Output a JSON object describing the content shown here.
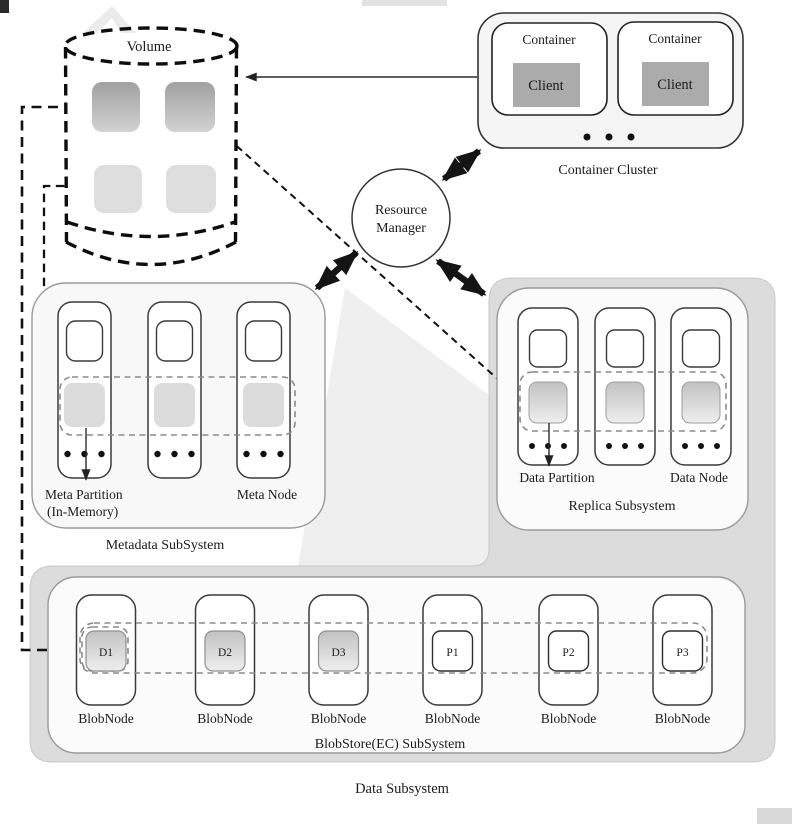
{
  "volume": {
    "label": "Volume"
  },
  "container_cluster": {
    "label": "Container Cluster",
    "containers": [
      {
        "label": "Container",
        "client_label": "Client"
      },
      {
        "label": "Container",
        "client_label": "Client"
      }
    ]
  },
  "resource_manager": {
    "label_line1": "Resource",
    "label_line2": "Manager"
  },
  "metadata_subsystem": {
    "label": "Metadata SubSystem",
    "meta_partition_line1": "Meta Partition",
    "meta_partition_line2": "(In-Memory)",
    "meta_node_label": "Meta Node"
  },
  "replica_subsystem": {
    "label": "Replica Subsystem",
    "data_partition_label": "Data Partition",
    "data_node_label": "Data Node"
  },
  "data_subsystem": {
    "label": "Data Subsystem",
    "blobstore": {
      "label": "BlobStore(EC) SubSystem",
      "blob_node_label": "BlobNode",
      "chunks": [
        "D1",
        "D2",
        "D3",
        "P1",
        "P2",
        "P3"
      ]
    }
  },
  "colors": {
    "canvas": "#ffffff",
    "subsystem_fill": "#f8f8f8",
    "gray_region": "#dcdcdc",
    "client_fill": "#ababab",
    "line": "#141414",
    "watermark": "#eeeeee"
  }
}
